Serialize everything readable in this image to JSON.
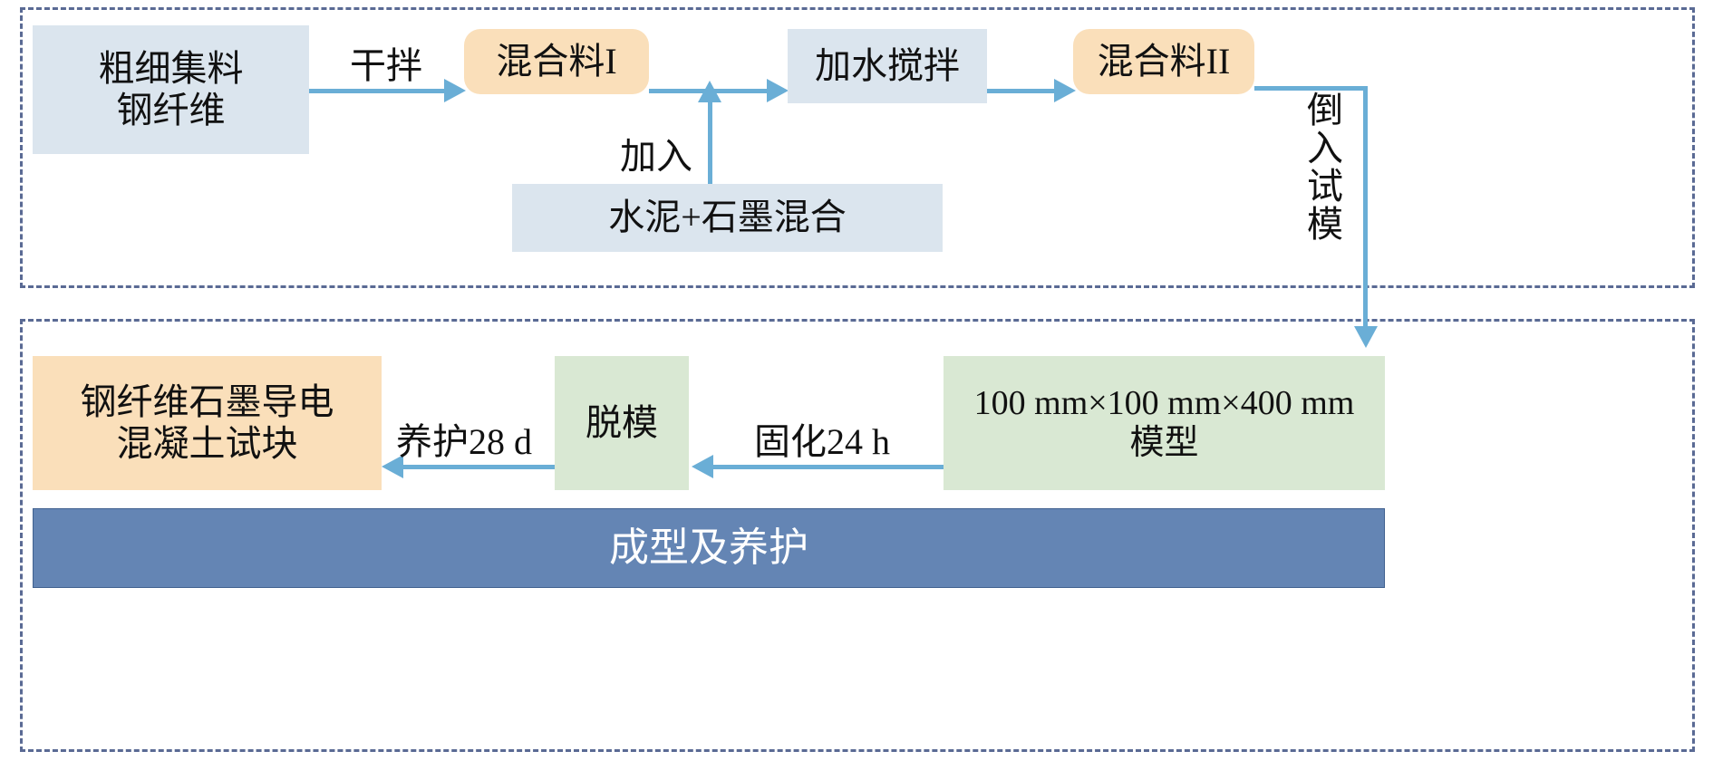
{
  "diagram": {
    "title_visible": false,
    "groups": [
      {
        "id": "mixing-stage",
        "label": ""
      },
      {
        "id": "forming-curing-stage",
        "label": "成型及养护"
      }
    ],
    "colors": {
      "node_blue": "#dbe5ee",
      "node_orange": "#fadfba",
      "node_green": "#d9e8d3",
      "node_navy": "#6485b4",
      "arrow": "#6aaed6",
      "group_border": "#5a6a94",
      "text": "#111111",
      "text_inverse": "#ffffff"
    },
    "nodes": {
      "aggregate": "粗细集料\n钢纤维",
      "mix1": "混合料I",
      "add_water_stir": "加水搅拌",
      "mix2": "混合料II",
      "cement_graphite": "水泥+石墨混合",
      "specimen": "钢纤维石墨导电\n混凝土试块",
      "demould": "脱模",
      "mould": "100 mm×100 mm×400 mm\n模型",
      "forming_curing": "成型及养护"
    },
    "edge_labels": {
      "dry_mix": "干拌",
      "add_in": "加入",
      "pour_into_mould": "倒入试模",
      "cure_28d": "养护28 d",
      "harden_24h": "固化24 h"
    }
  }
}
